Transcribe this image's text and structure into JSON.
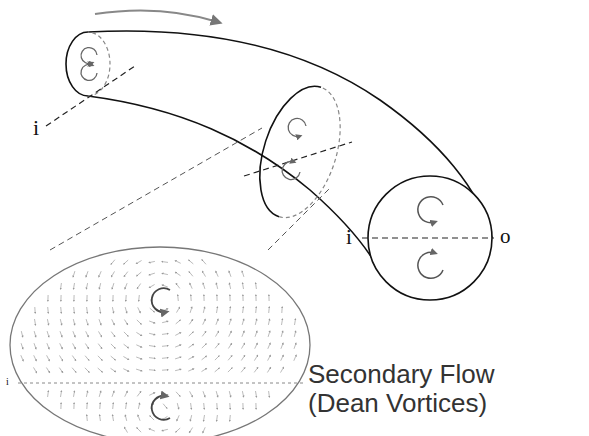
{
  "diagram": {
    "labels": [
      "i",
      "i",
      "o",
      "i",
      "Secondary Flow (Dean Vortices)"
    ]
  }
}
